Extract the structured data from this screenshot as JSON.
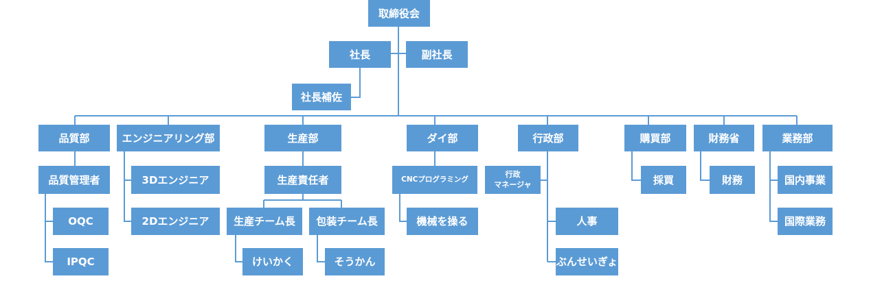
{
  "diagram": {
    "board": "取締役会",
    "president": "社長",
    "vice_president": "副社長",
    "president_assistant": "社長補佐",
    "departments": {
      "quality": {
        "name": "品質部",
        "manager": "品質管理者",
        "units": [
          "OQC",
          "IPQC"
        ]
      },
      "engineering": {
        "name": "エンジニアリング部",
        "units": [
          "3Dエンジニア",
          "2Dエンジニア"
        ]
      },
      "production": {
        "name": "生産部",
        "manager": "生産責任者",
        "teams": [
          {
            "name": "生産チーム長",
            "member": "けいかく"
          },
          {
            "name": "包装チーム長",
            "member": "そうかん"
          }
        ]
      },
      "die": {
        "name": "ダイ部",
        "lead": "CNCプログラミング",
        "unit": "機械を操る"
      },
      "admin": {
        "name": "行政部",
        "manager": "行政\nマネージャ",
        "units": [
          "人事",
          "ぶんせいぎょ"
        ]
      },
      "purchasing": {
        "name": "購買部",
        "units": [
          "採買"
        ]
      },
      "finance": {
        "name": "財務省",
        "units": [
          "財務"
        ]
      },
      "business": {
        "name": "業務部",
        "units": [
          "国内事業",
          "国際業務"
        ]
      }
    }
  },
  "colors": {
    "box": "#5b9bd5",
    "box_text": "#ffffff",
    "line": "#5b9bd5"
  }
}
